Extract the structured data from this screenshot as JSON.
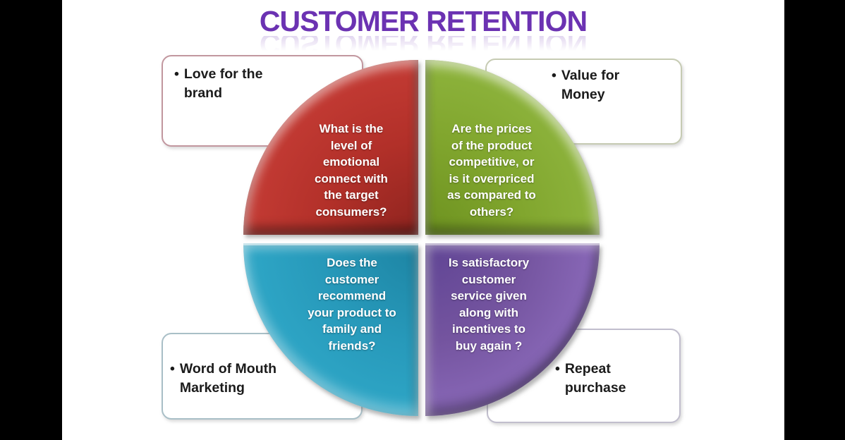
{
  "title": {
    "text": "CUSTOMER RETENTION",
    "color": "#6B32B2"
  },
  "quadrants": [
    {
      "name": "emotional-connect",
      "position": "top-left",
      "color": "#C23A33",
      "text": "What is the level of emotional connect with the target consumers?",
      "lines": [
        "What is the",
        "level of",
        "emotional",
        "connect with",
        "the target",
        "consumers?"
      ]
    },
    {
      "name": "price-competitiveness",
      "position": "top-right",
      "color": "#8CB23B",
      "text": "Are the prices of the product competitive, or is it overpriced as compared to others?",
      "lines": [
        "Are the prices",
        "of the product",
        "competitive, or",
        "is it overpriced",
        "as compared to",
        "others?"
      ]
    },
    {
      "name": "recommendation",
      "position": "bottom-left",
      "color": "#2EA6C6",
      "text": "Does the customer recommend your product to family and friends?",
      "lines": [
        "Does the",
        "customer",
        "recommend",
        "your product to",
        "family and",
        "friends?"
      ]
    },
    {
      "name": "customer-service",
      "position": "bottom-right",
      "color": "#8A69B9",
      "text": "Is satisfactory customer service given along with incentives to buy again ?",
      "lines": [
        "Is satisfactory",
        "customer",
        "service given",
        "along with",
        "incentives to",
        "buy again ?"
      ]
    }
  ],
  "callouts": [
    {
      "name": "love-for-the-brand",
      "position": "top-left",
      "bullet": "•",
      "text": "Love for the brand",
      "lines": [
        "Love for the",
        "brand"
      ],
      "border_color": "#C2979F"
    },
    {
      "name": "value-for-money",
      "position": "top-right",
      "bullet": "•",
      "text": "Value for Money",
      "lines": [
        "Value for",
        "Money"
      ],
      "border_color": "#C6CBB3"
    },
    {
      "name": "word-of-mouth-marketing",
      "position": "bottom-left",
      "bullet": "•",
      "text": "Word of Mouth Marketing",
      "lines": [
        "Word of Mouth",
        "Marketing"
      ],
      "border_color": "#A9BFC7"
    },
    {
      "name": "repeat-purchase",
      "position": "bottom-right",
      "bullet": "•",
      "text": "Repeat purchase",
      "lines": [
        "Repeat",
        "purchase"
      ],
      "border_color": "#C1BECD"
    }
  ]
}
